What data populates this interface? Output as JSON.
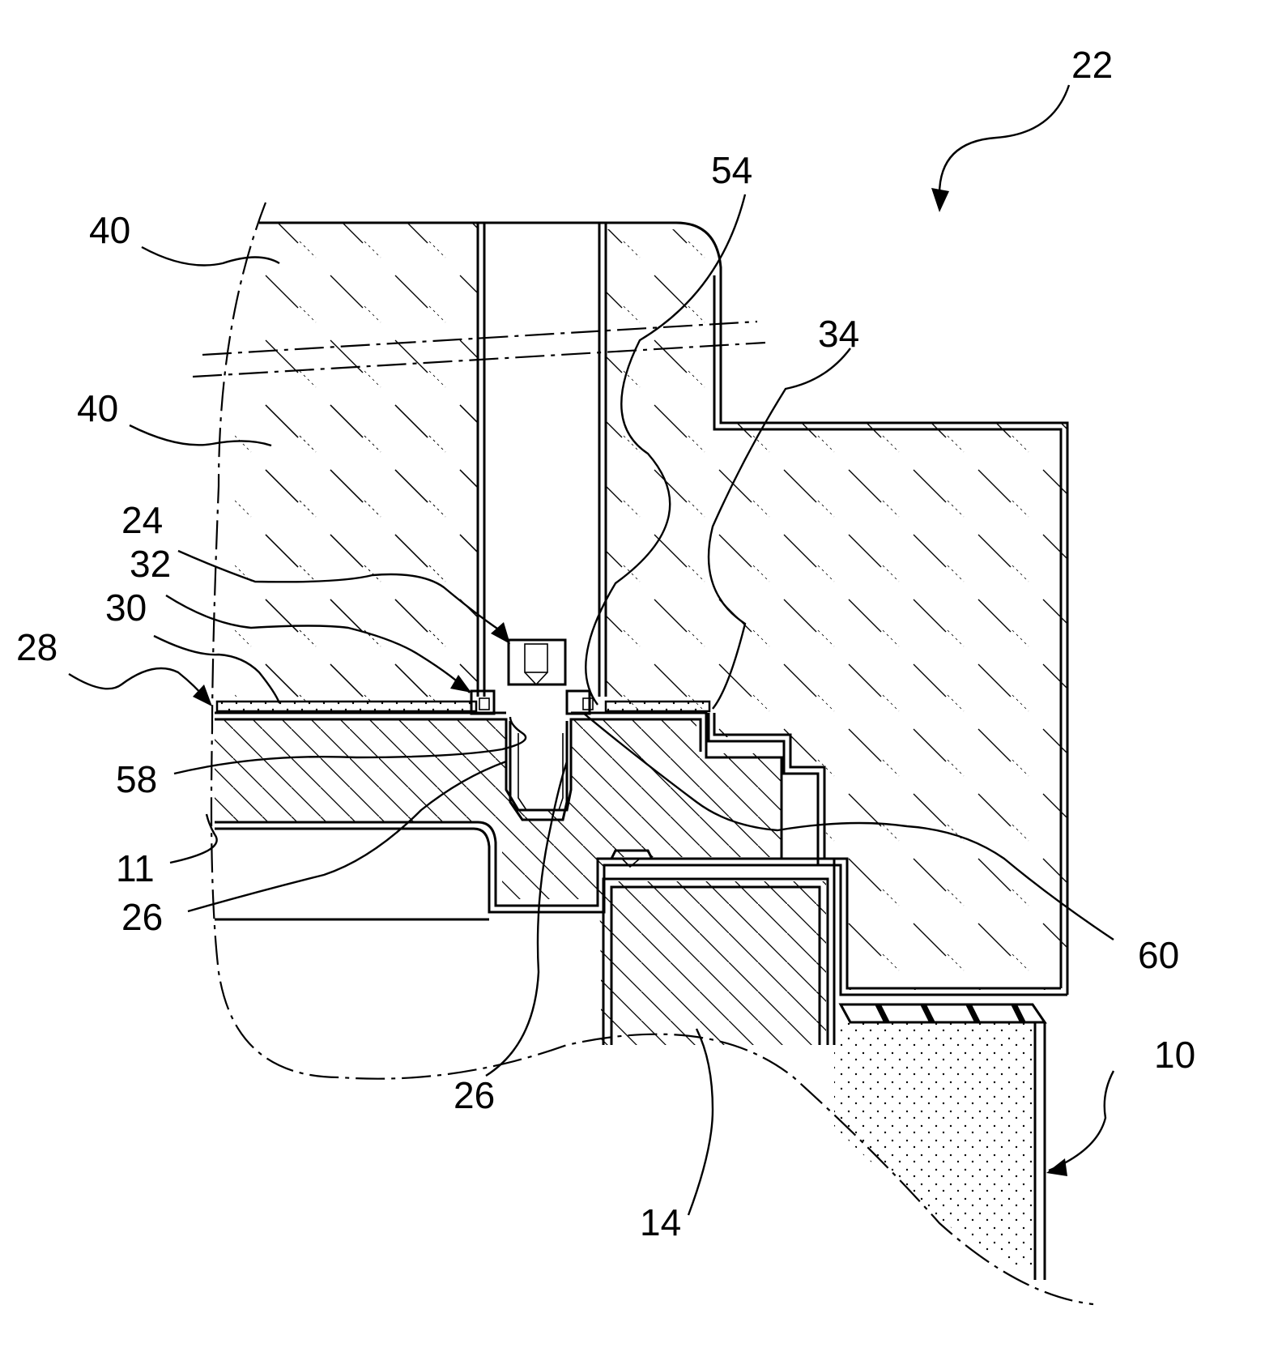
{
  "labels": {
    "l22": "22",
    "l54": "54",
    "l40a": "40",
    "l34": "34",
    "l40b": "40",
    "l24": "24",
    "l32": "32",
    "l30": "30",
    "l28": "28",
    "l58": "58",
    "l11": "11",
    "l26a": "26",
    "l26b": "26",
    "l60": "60",
    "l10": "10",
    "l14": "14"
  }
}
